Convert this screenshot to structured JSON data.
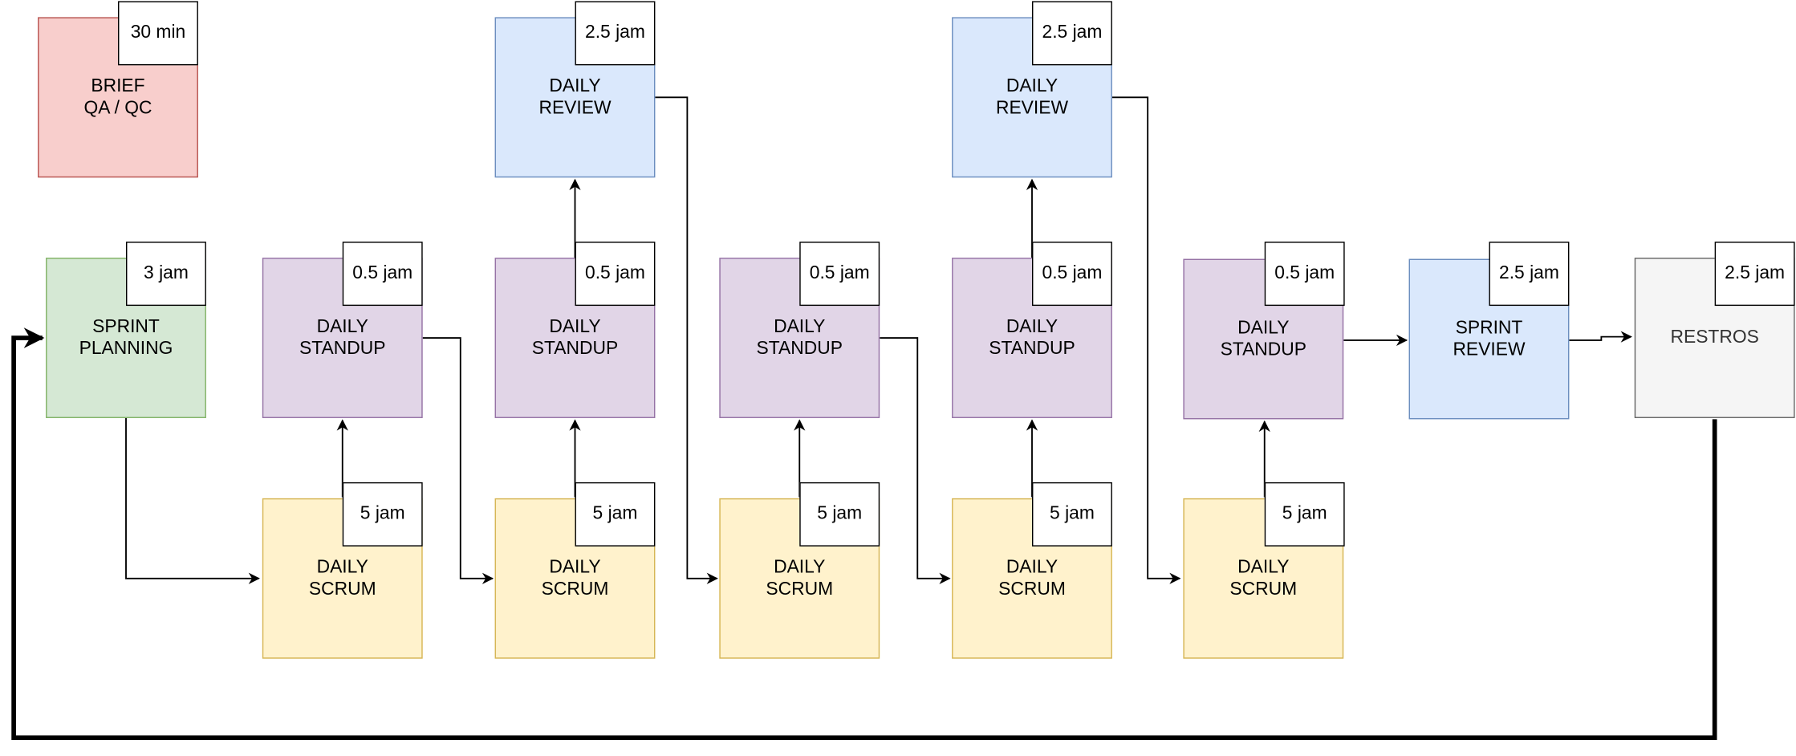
{
  "nodes": {
    "brief": {
      "label": "BRIEF\nQA / QC",
      "time": "30 min"
    },
    "sprint_planning": {
      "label": "SPRINT\nPLANNING",
      "time": "3 jam"
    },
    "standup_1": {
      "label": "DAILY\nSTANDUP",
      "time": "0.5 jam"
    },
    "standup_2": {
      "label": "DAILY\nSTANDUP",
      "time": "0.5 jam"
    },
    "standup_3": {
      "label": "DAILY\nSTANDUP",
      "time": "0.5 jam"
    },
    "standup_4": {
      "label": "DAILY\nSTANDUP",
      "time": "0.5 jam"
    },
    "standup_5": {
      "label": "DAILY\nSTANDUP",
      "time": "0.5 jam"
    },
    "scrum_1": {
      "label": "DAILY\nSCRUM",
      "time": "5 jam"
    },
    "scrum_2": {
      "label": "DAILY\nSCRUM",
      "time": "5 jam"
    },
    "scrum_3": {
      "label": "DAILY\nSCRUM",
      "time": "5 jam"
    },
    "scrum_4": {
      "label": "DAILY\nSCRUM",
      "time": "5 jam"
    },
    "scrum_5": {
      "label": "DAILY\nSCRUM",
      "time": "5 jam"
    },
    "review_1": {
      "label": "DAILY\nREVIEW",
      "time": "2.5 jam"
    },
    "review_2": {
      "label": "DAILY\nREVIEW",
      "time": "2.5 jam"
    },
    "sprint_review": {
      "label": "SPRINT\nREVIEW",
      "time": "2.5 jam"
    },
    "restros": {
      "label": "RESTROS",
      "time": "2.5 jam"
    }
  },
  "colors": {
    "red_fill": "#f8cecc",
    "red_stroke": "#b85450",
    "green_fill": "#d5e8d4",
    "green_stroke": "#82b366",
    "purple_fill": "#e1d5e7",
    "purple_stroke": "#9673a6",
    "yellow_fill": "#fff2cc",
    "yellow_stroke": "#d6b656",
    "blue_fill": "#dae8fc",
    "blue_stroke": "#6c8ebf",
    "gray_fill": "#f5f5f5",
    "gray_stroke": "#666666",
    "edge": "#000000"
  }
}
